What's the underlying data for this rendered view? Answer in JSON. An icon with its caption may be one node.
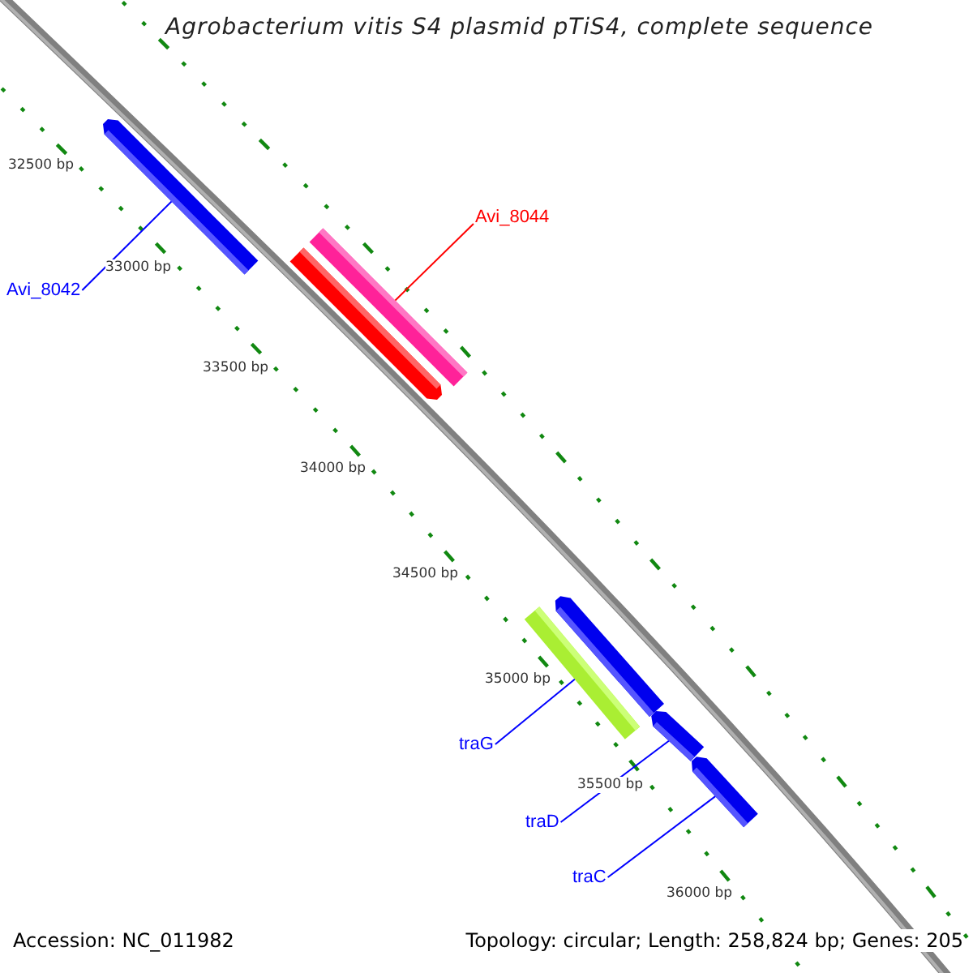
{
  "diagram": {
    "title": "Agrobacterium vitis S4 plasmid pTiS4, complete sequence",
    "nodes": [
      {
        "text": [
          "Avi_8044"
        ]
      },
      {
        "text": [],
        "shape": "bar"
      },
      {
        "text": [],
        "shape": "bar"
      },
      {
        "text": [
          "Avi_8042"
        ]
      },
      {
        "text": [],
        "shape": "bar"
      },
      {
        "text": [],
        "shape": "bar"
      },
      {
        "text": [],
        "shape": "bar"
      },
      {
        "text": [
          "traG"
        ]
      },
      {
        "text": [],
        "shape": "bar"
      },
      {
        "text": [
          "traD"
        ]
      },
      {
        "text": [],
        "shape": "bar"
      },
      {
        "text": [
          "traC"
        ]
      }
    ],
    "edges": [
      {
        "from": 0,
        "to": 1,
        "arrow": "none",
        "color": "#ff0000"
      },
      {
        "from": 3,
        "to": 2,
        "arrow": "none"
      },
      {
        "from": 7,
        "to": 6,
        "arrow": "none"
      },
      {
        "from": 9,
        "to": 8,
        "arrow": "none"
      },
      {
        "from": 11,
        "to": 10,
        "arrow": "none"
      }
    ],
    "labels": [
      "32500 bp",
      "33000 bp",
      "33500 bp",
      "34000 bp",
      "34500 bp",
      "35000 bp",
      "35500 bp",
      "36000 bp",
      "Accession: NC_011982",
      "Topology: circular; Length: 258,824 bp; Genes: 205"
    ]
  }
}
